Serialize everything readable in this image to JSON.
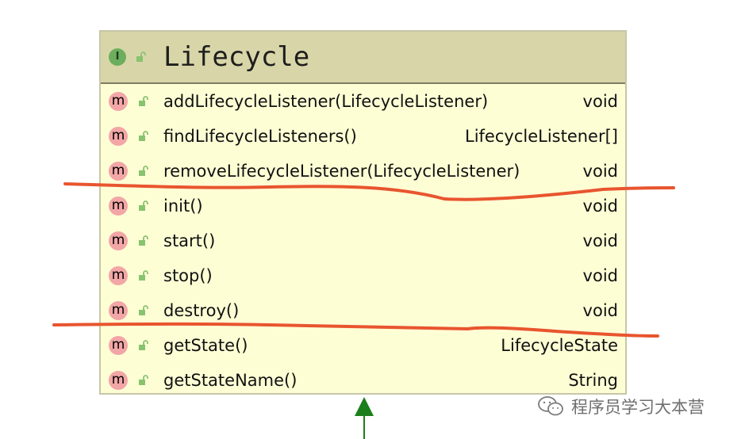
{
  "diagram": {
    "interface_badge": "I",
    "class_title": "Lifecycle",
    "method_badge": "m",
    "members": [
      {
        "name": "addLifecycleListener(LifecycleListener)",
        "type": "void"
      },
      {
        "name": "findLifecycleListeners()",
        "type": "LifecycleListener[]"
      },
      {
        "name": "removeLifecycleListener(LifecycleListener)",
        "type": "void"
      },
      {
        "name": "init()",
        "type": "void"
      },
      {
        "name": "start()",
        "type": "void"
      },
      {
        "name": "stop()",
        "type": "void"
      },
      {
        "name": "destroy()",
        "type": "void"
      },
      {
        "name": "getState()",
        "type": "LifecycleState"
      },
      {
        "name": "getStateName()",
        "type": "String"
      }
    ]
  },
  "colors": {
    "header": "#d8d6a8",
    "body": "#fefed5",
    "interface_icon": "#6cae5d",
    "method_icon": "#f3a6a6",
    "lock": "#88c36f",
    "annotation": "#e8552f",
    "arrow": "#1b7f1b"
  },
  "watermark": {
    "text": "程序员学习大本营"
  }
}
